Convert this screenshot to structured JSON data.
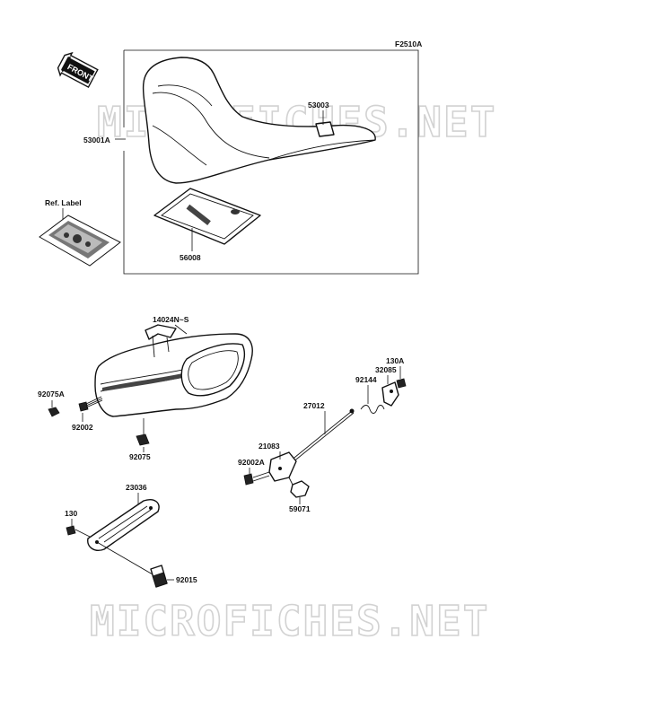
{
  "diagram_code": "F2510A",
  "front_arrow": "FRONT",
  "watermark": "MICROFICHES.NET",
  "ref_label_title": "Ref. Label",
  "parts": {
    "p53001A": "53001A",
    "p53003": "53003",
    "p56008": "56008",
    "p14024": "14024N~S",
    "p92075A": "92075A",
    "p92002": "92002",
    "p92075": "92075",
    "p27012": "27012",
    "p92144": "92144",
    "p32085": "32085",
    "p130A": "130A",
    "p21083": "21083",
    "p92002A": "92002A",
    "p59071": "59071",
    "p23036": "23036",
    "p130": "130",
    "p92015": "92015"
  }
}
